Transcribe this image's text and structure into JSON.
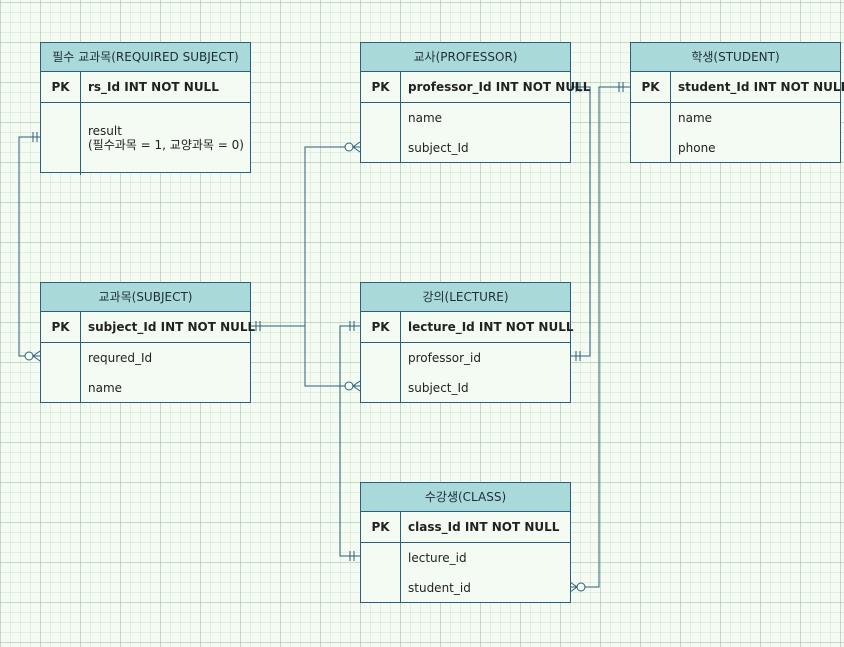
{
  "entities": {
    "required_subject": {
      "title": "필수 교과목(REQUIRED SUBJECT)",
      "rows": [
        {
          "key": "PK",
          "value": "rs_Id INT NOT NULL"
        },
        {
          "key": "",
          "value": "result",
          "value_line2": "(필수과목 = 1, 교양과목 = 0)"
        }
      ]
    },
    "professor": {
      "title": "교사(PROFESSOR)",
      "rows": [
        {
          "key": "PK",
          "value": "professor_Id INT NOT NULL"
        },
        {
          "key": "",
          "value": "name"
        },
        {
          "key": "",
          "value": "subject_Id"
        }
      ]
    },
    "student": {
      "title": "학생(STUDENT)",
      "rows": [
        {
          "key": "PK",
          "value": "student_Id INT NOT NULL"
        },
        {
          "key": "",
          "value": "name"
        },
        {
          "key": "",
          "value": "phone"
        }
      ]
    },
    "subject": {
      "title": "교과목(SUBJECT)",
      "rows": [
        {
          "key": "PK",
          "value": "subject_Id INT NOT NULL"
        },
        {
          "key": "",
          "value": "requred_Id"
        },
        {
          "key": "",
          "value": "name"
        }
      ]
    },
    "lecture": {
      "title": "강의(LECTURE)",
      "rows": [
        {
          "key": "PK",
          "value": "lecture_Id INT NOT NULL"
        },
        {
          "key": "",
          "value": "professor_id"
        },
        {
          "key": "",
          "value": "subject_Id"
        }
      ]
    },
    "class": {
      "title": "수강생(CLASS)",
      "rows": [
        {
          "key": "PK",
          "value": "class_Id INT NOT NULL"
        },
        {
          "key": "",
          "value": "lecture_id"
        },
        {
          "key": "",
          "value": "student_id"
        }
      ]
    }
  },
  "colors": {
    "header_fill": "#a9d9d8",
    "border": "#2e5e7a",
    "connector": "#2e5e7a",
    "background": "#f4fbf2"
  }
}
